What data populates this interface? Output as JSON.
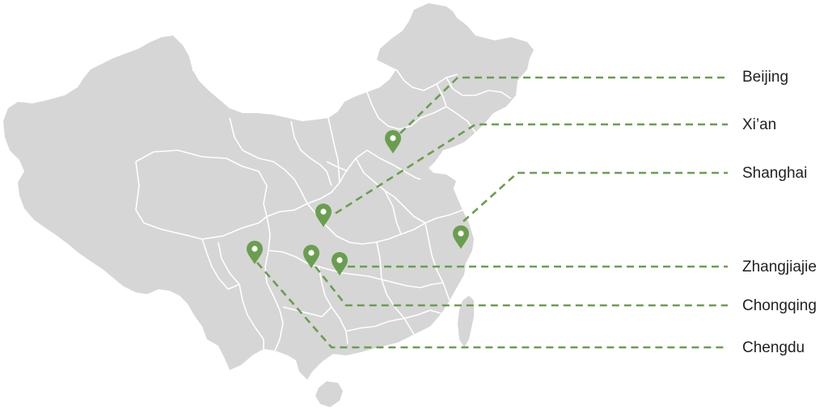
{
  "map": {
    "colors": {
      "land": "#d6d6d6",
      "border": "#ffffff",
      "accent": "#6a9e4f"
    },
    "markers": [
      {
        "name": "beijing-marker",
        "icon": "map-pin-icon",
        "label_ref": 0
      },
      {
        "name": "xian-marker",
        "icon": "map-pin-icon",
        "label_ref": 1
      },
      {
        "name": "shanghai-marker",
        "icon": "map-pin-icon",
        "label_ref": 2
      },
      {
        "name": "zhangjiajie-marker",
        "icon": "map-pin-icon",
        "label_ref": 3
      },
      {
        "name": "chongqing-marker",
        "icon": "map-pin-icon",
        "label_ref": 4
      },
      {
        "name": "chengdu-marker",
        "icon": "map-pin-icon",
        "label_ref": 5
      }
    ],
    "labels": [
      "Beijing",
      "Xi’an",
      "Shanghai",
      "Zhangjiajie",
      "Chongqing",
      "Chengdu"
    ]
  }
}
